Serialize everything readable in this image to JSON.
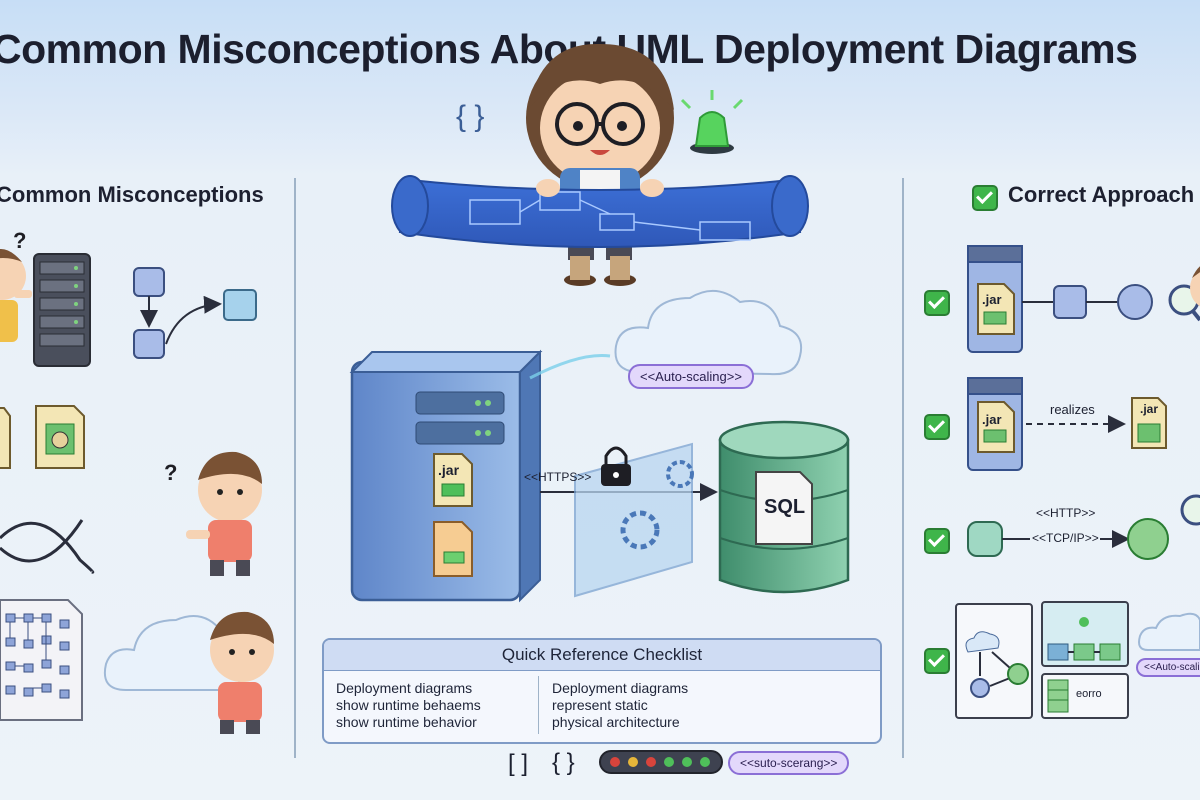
{
  "title": "Common Misconceptions About UML Deployment Diagrams",
  "left_header": "Common Misconceptions",
  "right_header": "Correct Approach",
  "center": {
    "artifact_jar": ".jar",
    "https_label": "<<HTTPS>>",
    "autoscaling_label": "<<Auto-scaling>>",
    "db_label": "SQL",
    "braces_icon": "{ }"
  },
  "checklist": {
    "title": "Quick Reference Checklist",
    "left_text": "Deployment diagrams\nshow runtime behaems\nshow runtime behavior",
    "right_text": "Deployment diagrams\nrepresent static\nphysical architecture"
  },
  "footer": {
    "brackets": "[ ]",
    "braces": "{ }",
    "pill": "<<suto-scerang>>",
    "status_lights": [
      "#d9443c",
      "#e6b63a",
      "#d9443c",
      "#4fbf5a",
      "#4fbf5a",
      "#4fbf5a"
    ]
  },
  "correct": {
    "row1_jar": ".jar",
    "row2_jar": ".jar",
    "row2_target": ".jar",
    "realizes": "realizes",
    "http": "<<HTTP>>",
    "tcpip": "<<TCP/IP>>",
    "autoscaling_small": "<<Auto-scaling",
    "store": "eorro"
  },
  "colors": {
    "accent_purple": "#8b6fd6",
    "check_green": "#3fb54a",
    "db_green": "#5aa884",
    "server_blue": "#6f95d0"
  }
}
